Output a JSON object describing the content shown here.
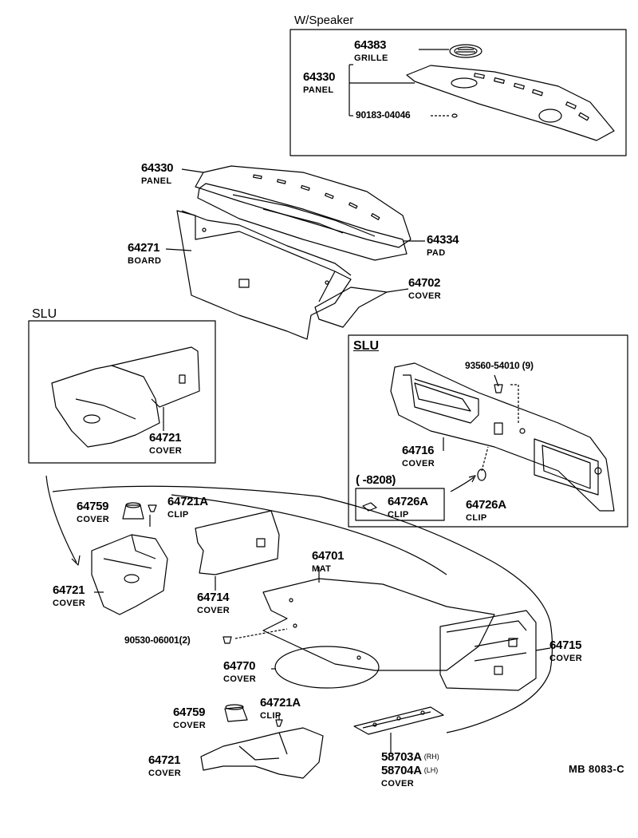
{
  "diagram": {
    "speaker_box": {
      "title": "W/Speaker"
    },
    "slu_left": {
      "title": "SLU"
    },
    "slu_right": {
      "title": "SLU"
    },
    "reference": "MB  8083-C",
    "parts": {
      "p64383": {
        "number": "64383",
        "name": "GRILLE"
      },
      "p64330a": {
        "number": "64330",
        "name": "PANEL"
      },
      "p90183": {
        "number": "90183-04046"
      },
      "p64330b": {
        "number": "64330",
        "name": "PANEL"
      },
      "p64334": {
        "number": "64334",
        "name": "PAD"
      },
      "p64271": {
        "number": "64271",
        "name": "BOARD"
      },
      "p64702": {
        "number": "64702",
        "name": "COVER"
      },
      "p64721a": {
        "number": "64721",
        "name": "COVER"
      },
      "p93560": {
        "number": "93560-54010 (9)"
      },
      "p64716": {
        "number": "64716",
        "name": "COVER"
      },
      "p8208": {
        "number": "(      -8208)"
      },
      "p64726a_in": {
        "number": "64726A",
        "name": "CLIP"
      },
      "p64726a": {
        "number": "64726A",
        "name": "CLIP"
      },
      "p64759a": {
        "number": "64759",
        "name": "COVER"
      },
      "p64721clip1": {
        "number": "64721A",
        "name": "CLIP"
      },
      "p64721b": {
        "number": "64721",
        "name": "COVER"
      },
      "p64714": {
        "number": "64714",
        "name": "COVER"
      },
      "p64701": {
        "number": "64701",
        "name": "MAT"
      },
      "p90530": {
        "number": "90530-06001(2)"
      },
      "p64715": {
        "number": "64715",
        "name": "COVER"
      },
      "p64770": {
        "number": "64770",
        "name": "COVER"
      },
      "p64759b": {
        "number": "64759",
        "name": "COVER"
      },
      "p64721clip2": {
        "number": "64721A",
        "name": "CLIP"
      },
      "p64721c": {
        "number": "64721",
        "name": "COVER"
      },
      "p58703": {
        "number": "58703A",
        "side": "(RH)"
      },
      "p58704": {
        "number": "58704A",
        "side": "(LH)",
        "name": "COVER"
      }
    }
  }
}
